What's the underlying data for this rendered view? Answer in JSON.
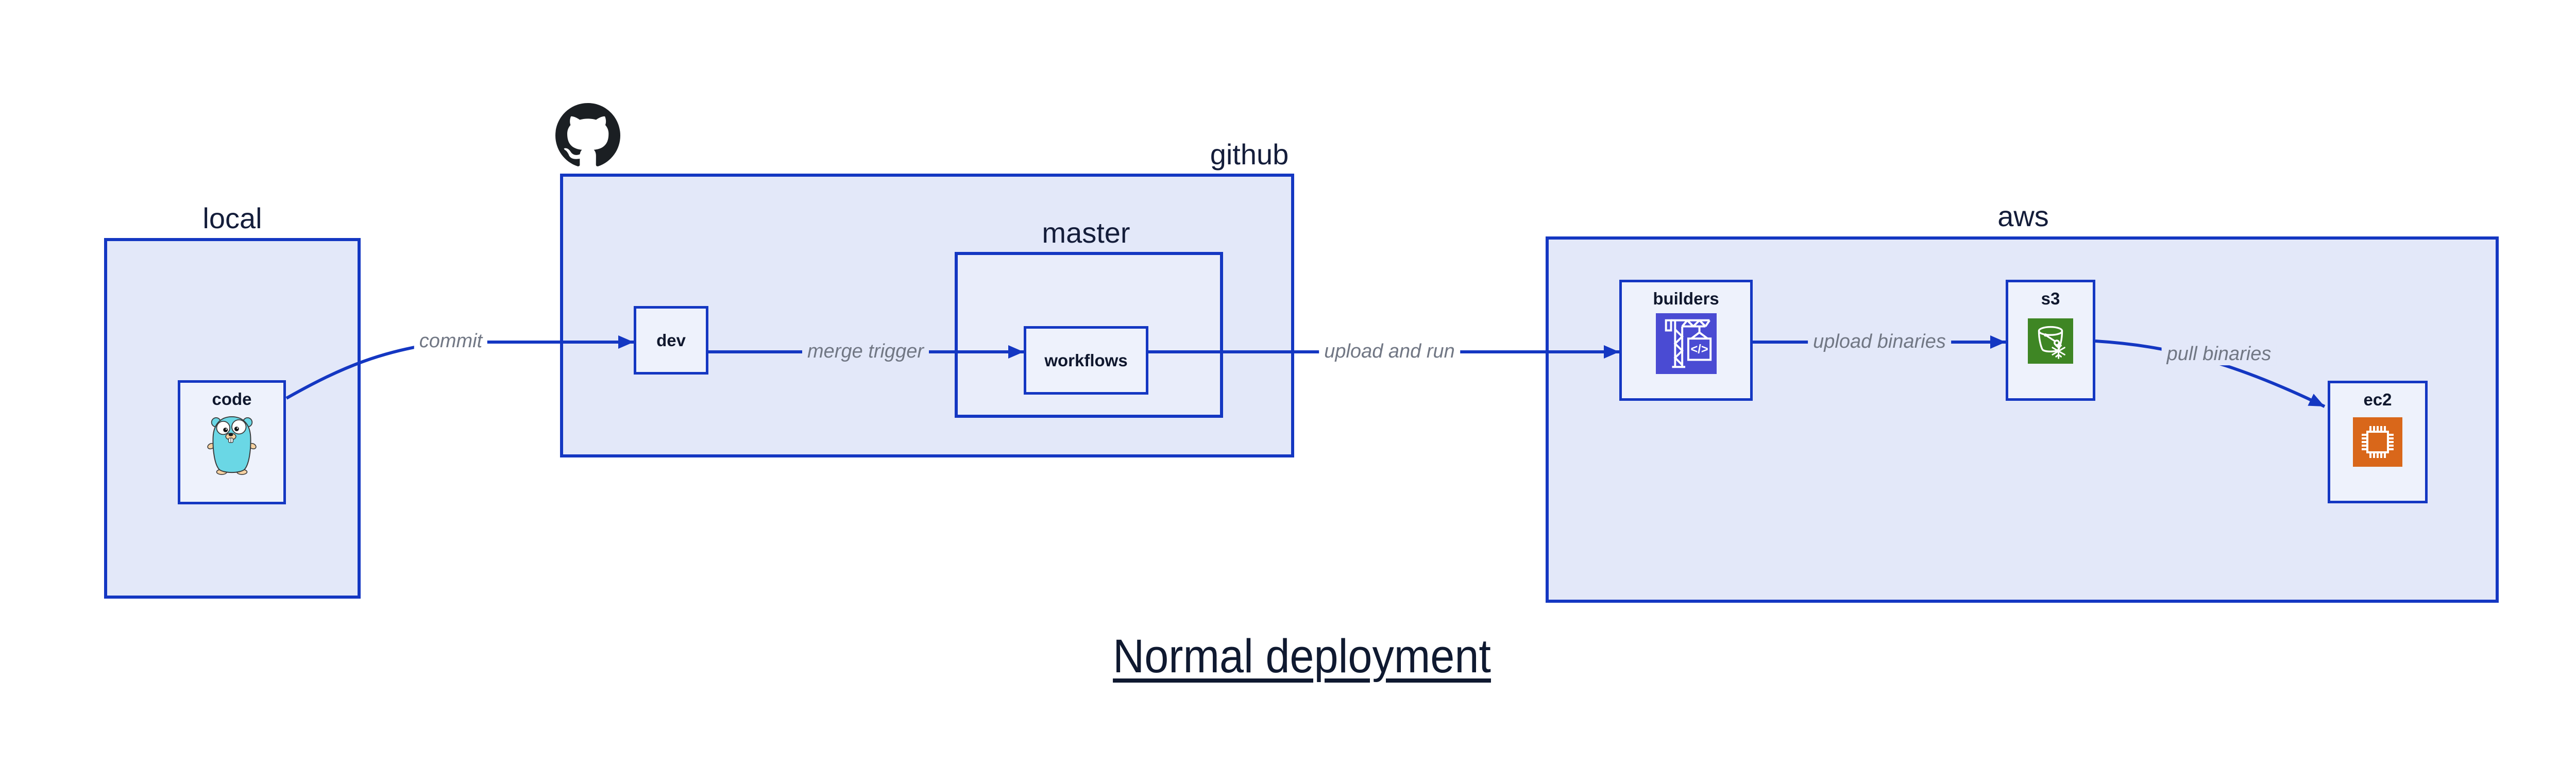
{
  "title": "Normal deployment",
  "groups": {
    "local": {
      "label": "local"
    },
    "github": {
      "label": "github"
    },
    "master": {
      "label": "master"
    },
    "aws": {
      "label": "aws"
    }
  },
  "nodes": {
    "code": {
      "label": "code",
      "icon": "go-gopher-icon"
    },
    "dev": {
      "label": "dev"
    },
    "workflows": {
      "label": "workflows"
    },
    "builders": {
      "label": "builders",
      "icon": "codebuild-crane-icon"
    },
    "s3": {
      "label": "s3",
      "icon": "s3-glacier-bucket-icon"
    },
    "ec2": {
      "label": "ec2",
      "icon": "ec2-chip-icon"
    }
  },
  "edges": {
    "commit": {
      "label": "commit"
    },
    "merge_trigger": {
      "label": "merge trigger"
    },
    "upload_and_run": {
      "label": "upload and run"
    },
    "upload_binaries": {
      "label": "upload binaries"
    },
    "pull_binaries": {
      "label": "pull binaries"
    }
  },
  "icons": {
    "github_logo": "github-logo-icon",
    "code_text": "</>"
  },
  "colors": {
    "box_border": "#1437c2",
    "arrow": "#1437c2",
    "group_fill": "#e3e8f9",
    "node_fill": "#eef2fc",
    "heading_text": "#141d3a",
    "node_text": "#10182e",
    "edge_label_text": "#717784",
    "title_text": "#0f1930",
    "codebuild_indigo": "#4a4bd3",
    "s3_green": "#3e8624",
    "ec2_orange": "#d9671a",
    "gopher_teal": "#6ad7e5",
    "github_black": "#1b1f23"
  }
}
